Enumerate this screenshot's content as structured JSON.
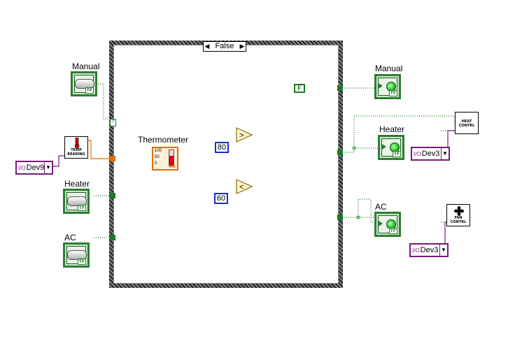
{
  "case_structure": {
    "selector_value": "False",
    "left_arrow": "◀",
    "right_arrow": "▶"
  },
  "controls": {
    "manual": {
      "label": "Manual",
      "tag": "TF"
    },
    "heater": {
      "label": "Heater",
      "tag": "TF"
    },
    "ac": {
      "label": "AC",
      "tag": "TF"
    }
  },
  "indicators": {
    "manual": {
      "label": "Manual",
      "tag": "TF"
    },
    "heater": {
      "label": "Heater",
      "tag": "TF"
    },
    "ac": {
      "label": "AC",
      "tag": "TF"
    }
  },
  "thermometer": {
    "label": "Thermometer",
    "tag": "DBL",
    "scale_high": "100",
    "scale_mid": "50",
    "scale_low": "0"
  },
  "constants": {
    "high": "80",
    "low": "60",
    "bool_false": "F"
  },
  "comparators": {
    "greater": ">",
    "less": "<"
  },
  "subvis": {
    "temp_reading": {
      "line1": "TEMP",
      "line2": "READING"
    },
    "heat_control": {
      "line1": "HEAT",
      "line2": "CONTRL"
    },
    "fan_control": {
      "line1": "FAN",
      "line2": "CONTRL"
    }
  },
  "daq_channels": {
    "input": {
      "io": "I/O",
      "name": "Dev9"
    },
    "heat_out": {
      "io": "I/O",
      "name": "Dev3"
    },
    "fan_out": {
      "io": "I/O",
      "name": "Dev3"
    }
  },
  "colors": {
    "boolean_wire": "#1d7a2a",
    "numeric_wire": "#e07000",
    "daq_wire": "#7a1a7a"
  }
}
